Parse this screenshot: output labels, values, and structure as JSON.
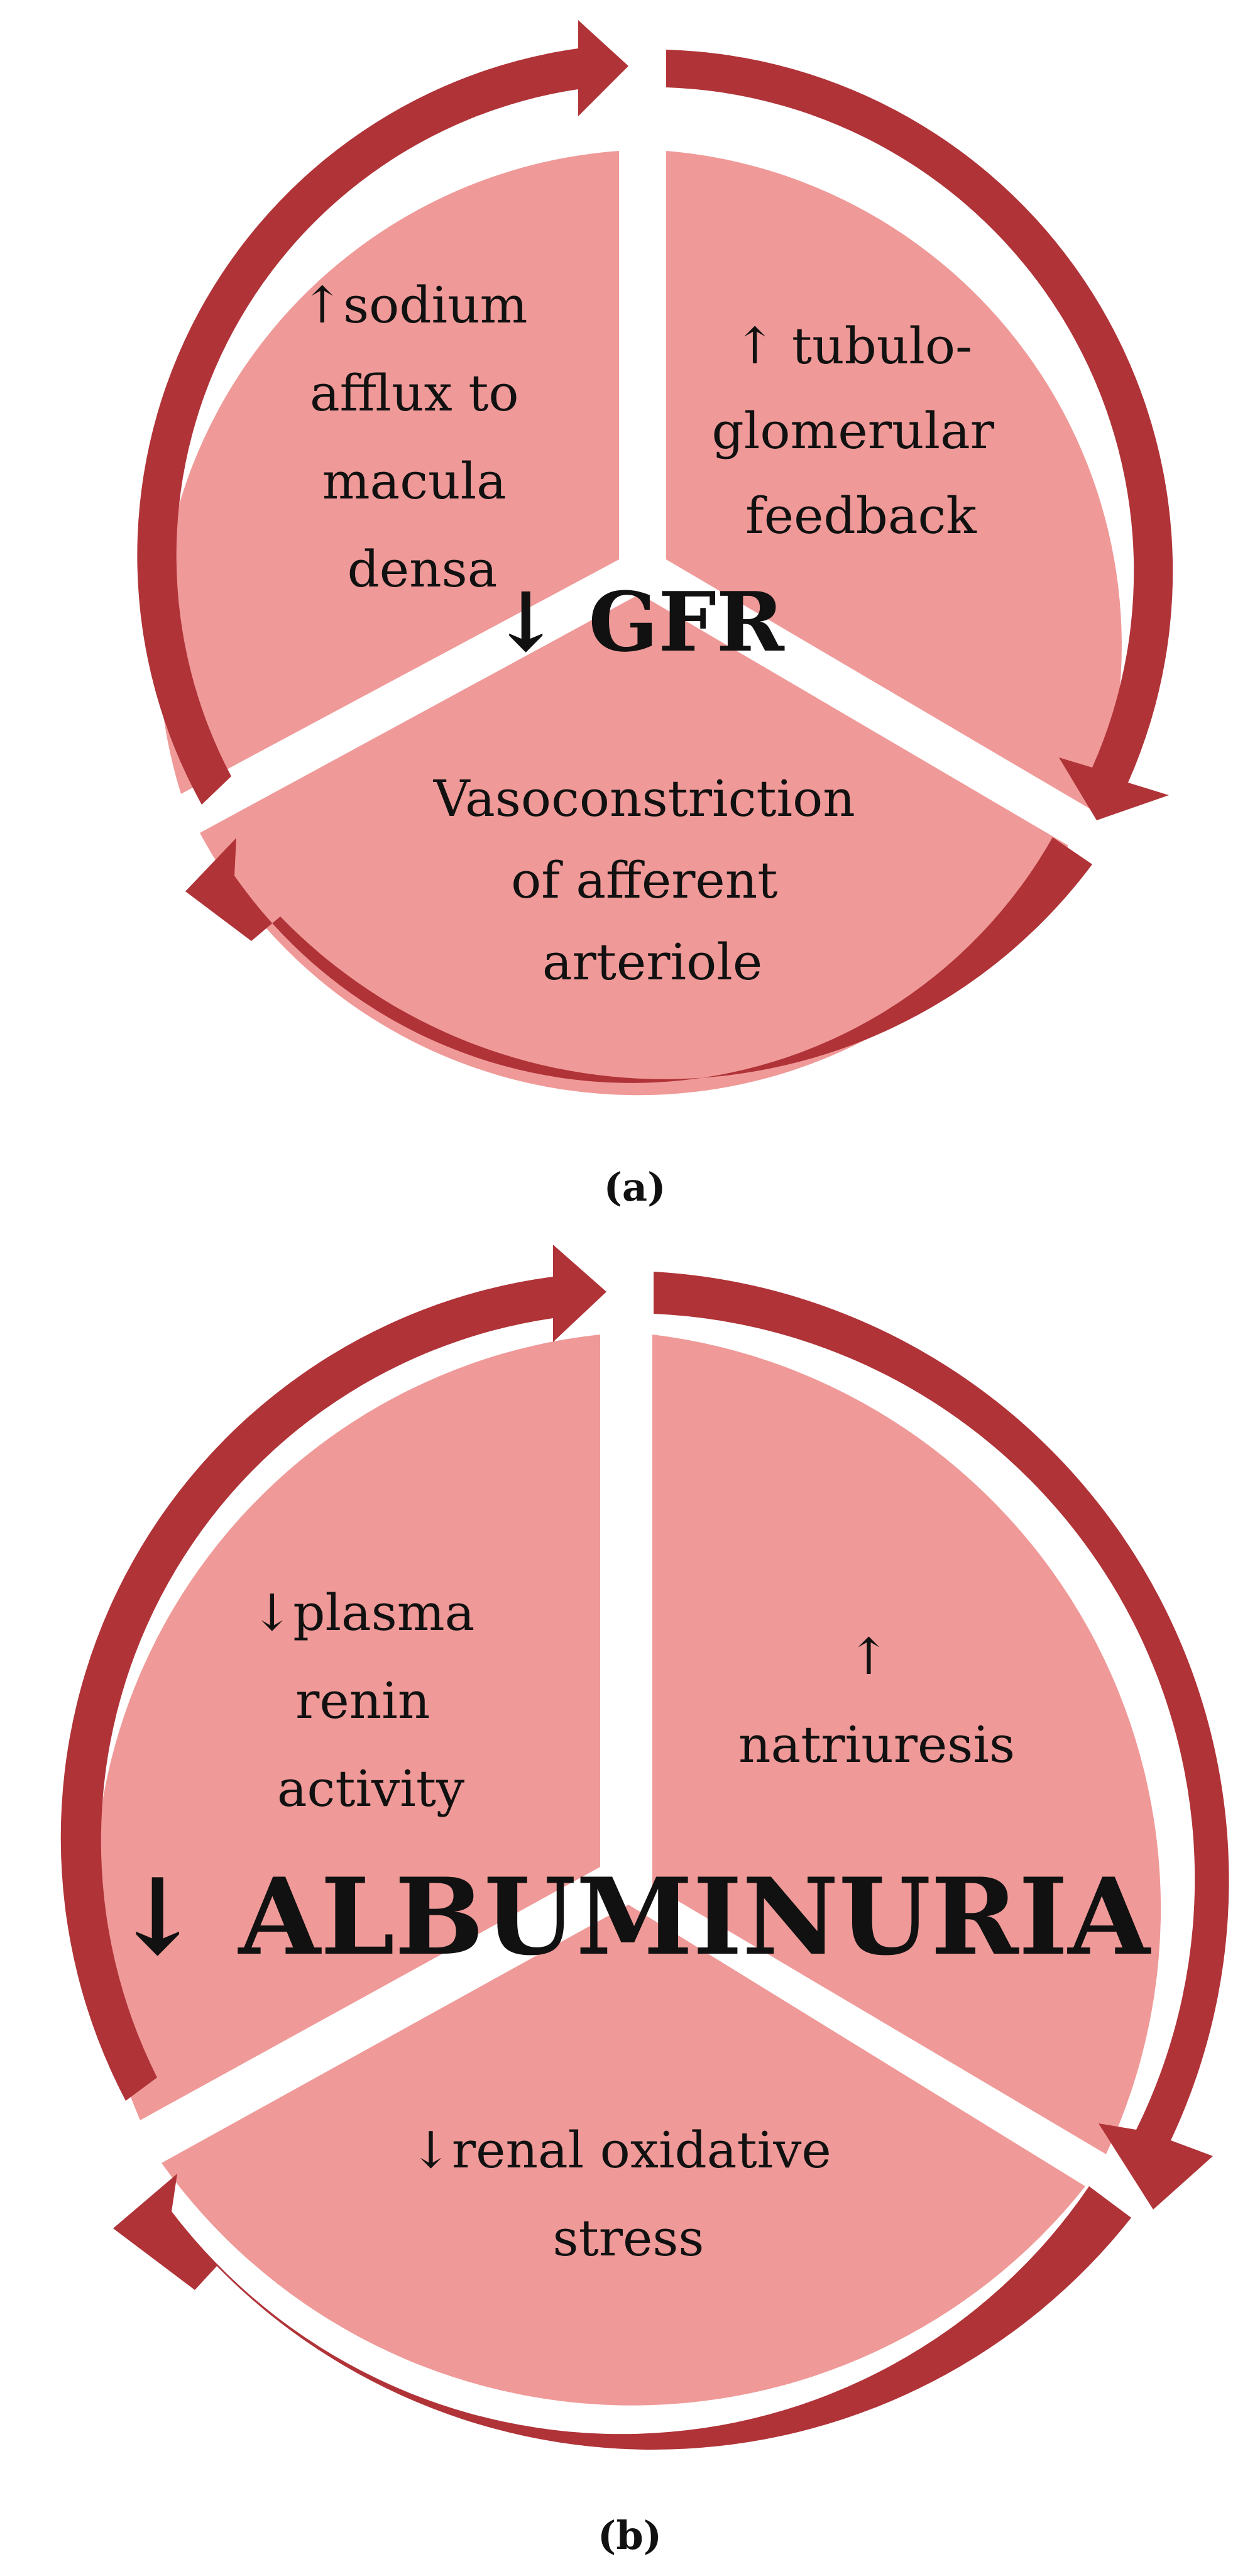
{
  "colors": {
    "segment_fill": "#ef9a98",
    "arrow": "#b03338",
    "text": "#111111",
    "background": "#ffffff"
  },
  "diagram_a": {
    "center_label": "↓ GFR",
    "caption": "(a)",
    "segments": [
      {
        "lines": [
          "↑sodium",
          "afflux to",
          "macula",
          "densa"
        ]
      },
      {
        "lines": [
          "↑ tubulo-",
          "glomerular",
          "feedback"
        ]
      },
      {
        "lines": [
          "Vasoconstriction",
          "of afferent",
          "arteriole"
        ]
      }
    ]
  },
  "diagram_b": {
    "center_label": "↓ ALBUMINURIA",
    "caption": "(b)",
    "segments": [
      {
        "lines": [
          "↓plasma",
          "renin",
          "activity"
        ]
      },
      {
        "lines": [
          "↑",
          "natriuresis"
        ]
      },
      {
        "lines": [
          "↓renal oxidative",
          "stress"
        ]
      }
    ]
  }
}
